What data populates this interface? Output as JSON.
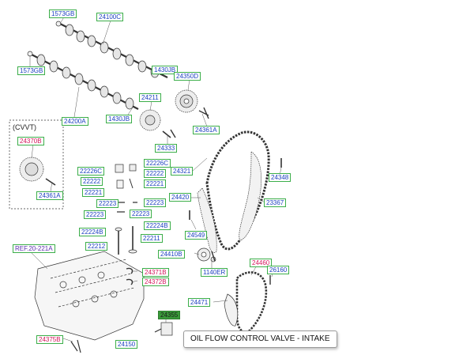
{
  "labels": {
    "p1573gb_top": "1573GB",
    "p24100c": "24100C",
    "p1573gb_left": "1573GB",
    "p1430jb_a": "1430JB",
    "p24350d": "24350D",
    "p24211": "24211",
    "p24200a": "24200A",
    "p1430jb_b": "1430JB",
    "p24361a_right": "24361A",
    "cvvt": "(CVVT)",
    "p24370b": "24370B",
    "p24333": "24333",
    "p24361a_left": "24361A",
    "p22226c_a": "22226C",
    "p22222_a": "22222",
    "p22226c_b": "22226C",
    "p22222_b": "22222",
    "p22221_a": "22221",
    "p22221_b": "22221",
    "p22223_a": "22223",
    "p22223_b": "22223",
    "p22223_c": "22223",
    "p22224b_a": "22224B",
    "p22224b_b": "22224B",
    "p22211": "22211",
    "p22212": "22212",
    "p24321": "24321",
    "p24348": "24348",
    "p24420": "24420",
    "p23367": "23367",
    "p24549": "24549",
    "p24410b": "24410B",
    "p1140er": "1140ER",
    "ref": "REF.20-221A",
    "p24460": "24460",
    "p26160": "26160",
    "p24371b": "24371B",
    "p24372b": "24372B",
    "p24471": "24471",
    "p24355": "24355",
    "p24375b": "24375B",
    "p24150": "24150"
  },
  "tooltip": "OIL FLOW CONTROL VALVE - INTAKE",
  "colors": {
    "label_text": "#1a3fbf",
    "label_border": "#3cae4a",
    "highlight_text": "#d4145a",
    "line": "#333333"
  }
}
